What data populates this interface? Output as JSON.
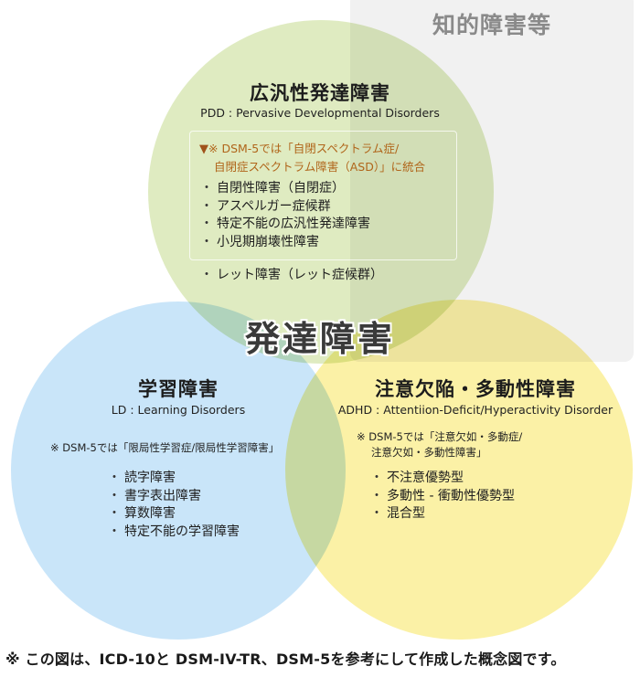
{
  "colors": {
    "intellectual_region": "#f1f1f1",
    "pdd_circle": "#d6e5b0",
    "ld_circle": "#c4e3f8",
    "adhd_circle": "#faee96",
    "note_orange": "#b0651a",
    "region_label_gray": "#8a8a8a"
  },
  "intellectual_disability": {
    "label": "知的障害等"
  },
  "center": {
    "label": "発達障害"
  },
  "pdd": {
    "title": "広汎性発達障害",
    "subtitle": "PDD : Pervasive Developmental Disorders",
    "note_marker": "▼",
    "note_line1": "※ DSM-5では「自閉スペクトラム症/",
    "note_line2": "自閉症スペクトラム障害（ASD）」に統合",
    "bullet": "・",
    "items": [
      "自閉性障害（自閉症）",
      "アスペルガー症候群",
      "特定不能の広汎性発達障害",
      "小児期崩壊性障害"
    ],
    "extra_item": "レット障害（レット症候群）"
  },
  "ld": {
    "title": "学習障害",
    "subtitle": "LD : Learning Disorders",
    "note": "※ DSM-5では「限局性学習症/限局性学習障害」",
    "bullet": "・",
    "items": [
      "読字障害",
      "書字表出障害",
      "算数障害",
      "特定不能の学習障害"
    ]
  },
  "adhd": {
    "title": "注意欠陥・多動性障害",
    "subtitle": "ADHD : Attentiion-Deficit/Hyperactivity Disorder",
    "note_line1": "※ DSM-5では「注意欠如・多動症/",
    "note_line2": "注意欠如・多動性障害」",
    "bullet": "・",
    "items": [
      "不注意優勢型",
      "多動性 - 衝動性優勢型",
      "混合型"
    ]
  },
  "footer": {
    "text": "※ この図は、ICD-10と DSM-IV-TR、DSM-5を参考にして作成した概念図です。"
  }
}
